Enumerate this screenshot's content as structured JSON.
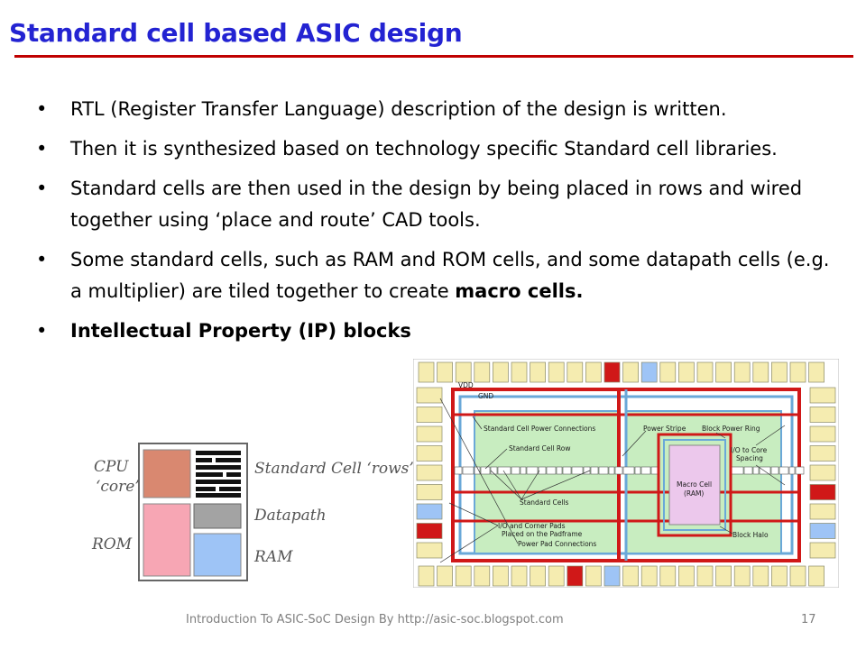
{
  "slide": {
    "title": "Standard cell based ASIC design",
    "bullets": [
      {
        "text": "RTL (Register Transfer Language) description of the design is written."
      },
      {
        "text": "Then it is synthesized based on technology specific Standard cell libraries."
      },
      {
        "text": "Standard cells are then used in the design by being placed in rows and wired together using ‘place and route’ CAD tools."
      },
      {
        "text": "Some standard cells, such as RAM and ROM cells, and some datapath cells (e.g. a multiplier) are tiled together to create ",
        "bold": "macro cells."
      },
      {
        "bold": "Intellectual Property (IP) blocks"
      }
    ],
    "footer": "Introduction  To ASIC-SoC Design By http://asic-soc.blogspot.com",
    "page_number": "17"
  },
  "cpu_figure": {
    "cpu": "CPU",
    "core": "‘core’",
    "rom": "ROM",
    "std_rows": "Standard Cell ‘rows’",
    "datapath": "Datapath",
    "ram": "RAM"
  },
  "chip_figure": {
    "vdd": "VDD",
    "gnd": "GND",
    "std_power": "Standard Cell Power Connections",
    "std_row": "Standard Cell Row",
    "std_cells": "Standard Cells",
    "io_pads": "I/O and Corner Pads",
    "padframe": "Placed on the Padframe",
    "power_pad": "Power Pad Connections",
    "power_stripe": "Power Stripe",
    "block_ring": "Block Power Ring",
    "io_core": "I/O to Core",
    "spacing": "Spacing",
    "macro_cell": "Macro Cell",
    "macro_ram": "(RAM)",
    "block_halo": "Block Halo"
  },
  "colors": {
    "title": "#2323d2",
    "rule": "#c00000",
    "cpu_block": "#d98870",
    "rom_block": "#f7a6b4",
    "ram_block": "#9ec4f6",
    "datapath_block": "#a3a3a3",
    "core_fill": "#c8edc0",
    "macro_fill": "#ecc8ec",
    "pad_fill": "#f5ecb0",
    "power_ring": "#d01818"
  }
}
